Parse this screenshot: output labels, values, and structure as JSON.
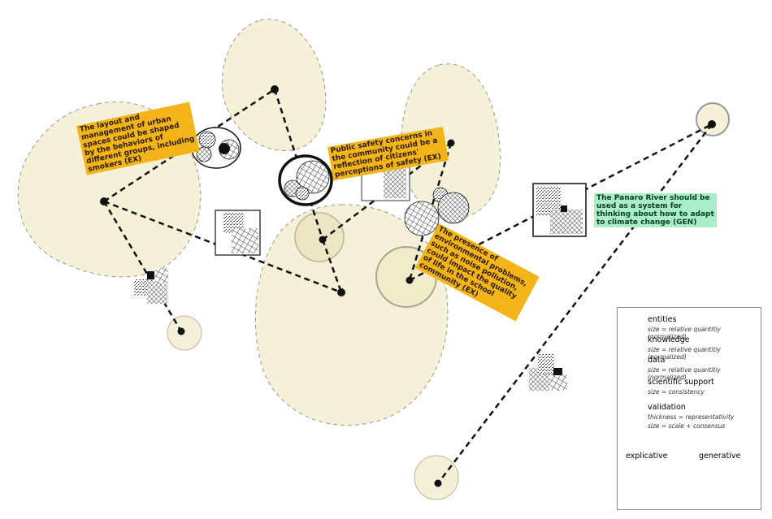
{
  "labels": {
    "ex1": "The layout and management of urban spaces could be shaped by the behaviors of different groups, including smokers (EX)",
    "ex2": "Public safety concerns in the community could be a reflection of citizens' perceptions of safety (EX)",
    "ex3": "The presence of environmental problems, such as noise pollution, could impact the quality of life in the school community (EX)",
    "gen1": "The Panaro River should be used as a system for thinking about how to adapt to climate change (GEN)"
  },
  "legend": {
    "entities": "entities",
    "entities_sub": "size = relative quantitiy (normalized)",
    "knowledge": "knowledge",
    "knowledge_sub": "size = relative quantitiy (normalized)",
    "data": "data",
    "data_sub": "size = relative quantitiy (normalized)",
    "support": "scientific support",
    "support_sub": "size = consistency",
    "validation": "validation",
    "validation_sub1": "thickness = representativity",
    "validation_sub2": "size = scale + consensus",
    "explicative": "explicative",
    "generative": "generative"
  },
  "colors": {
    "region_fill": "#f4f1d8",
    "region_stroke": "#9a9a8a",
    "ex_label": "#f2b418",
    "gen_label": "#a8eec8",
    "dashed_line": "#111111"
  }
}
